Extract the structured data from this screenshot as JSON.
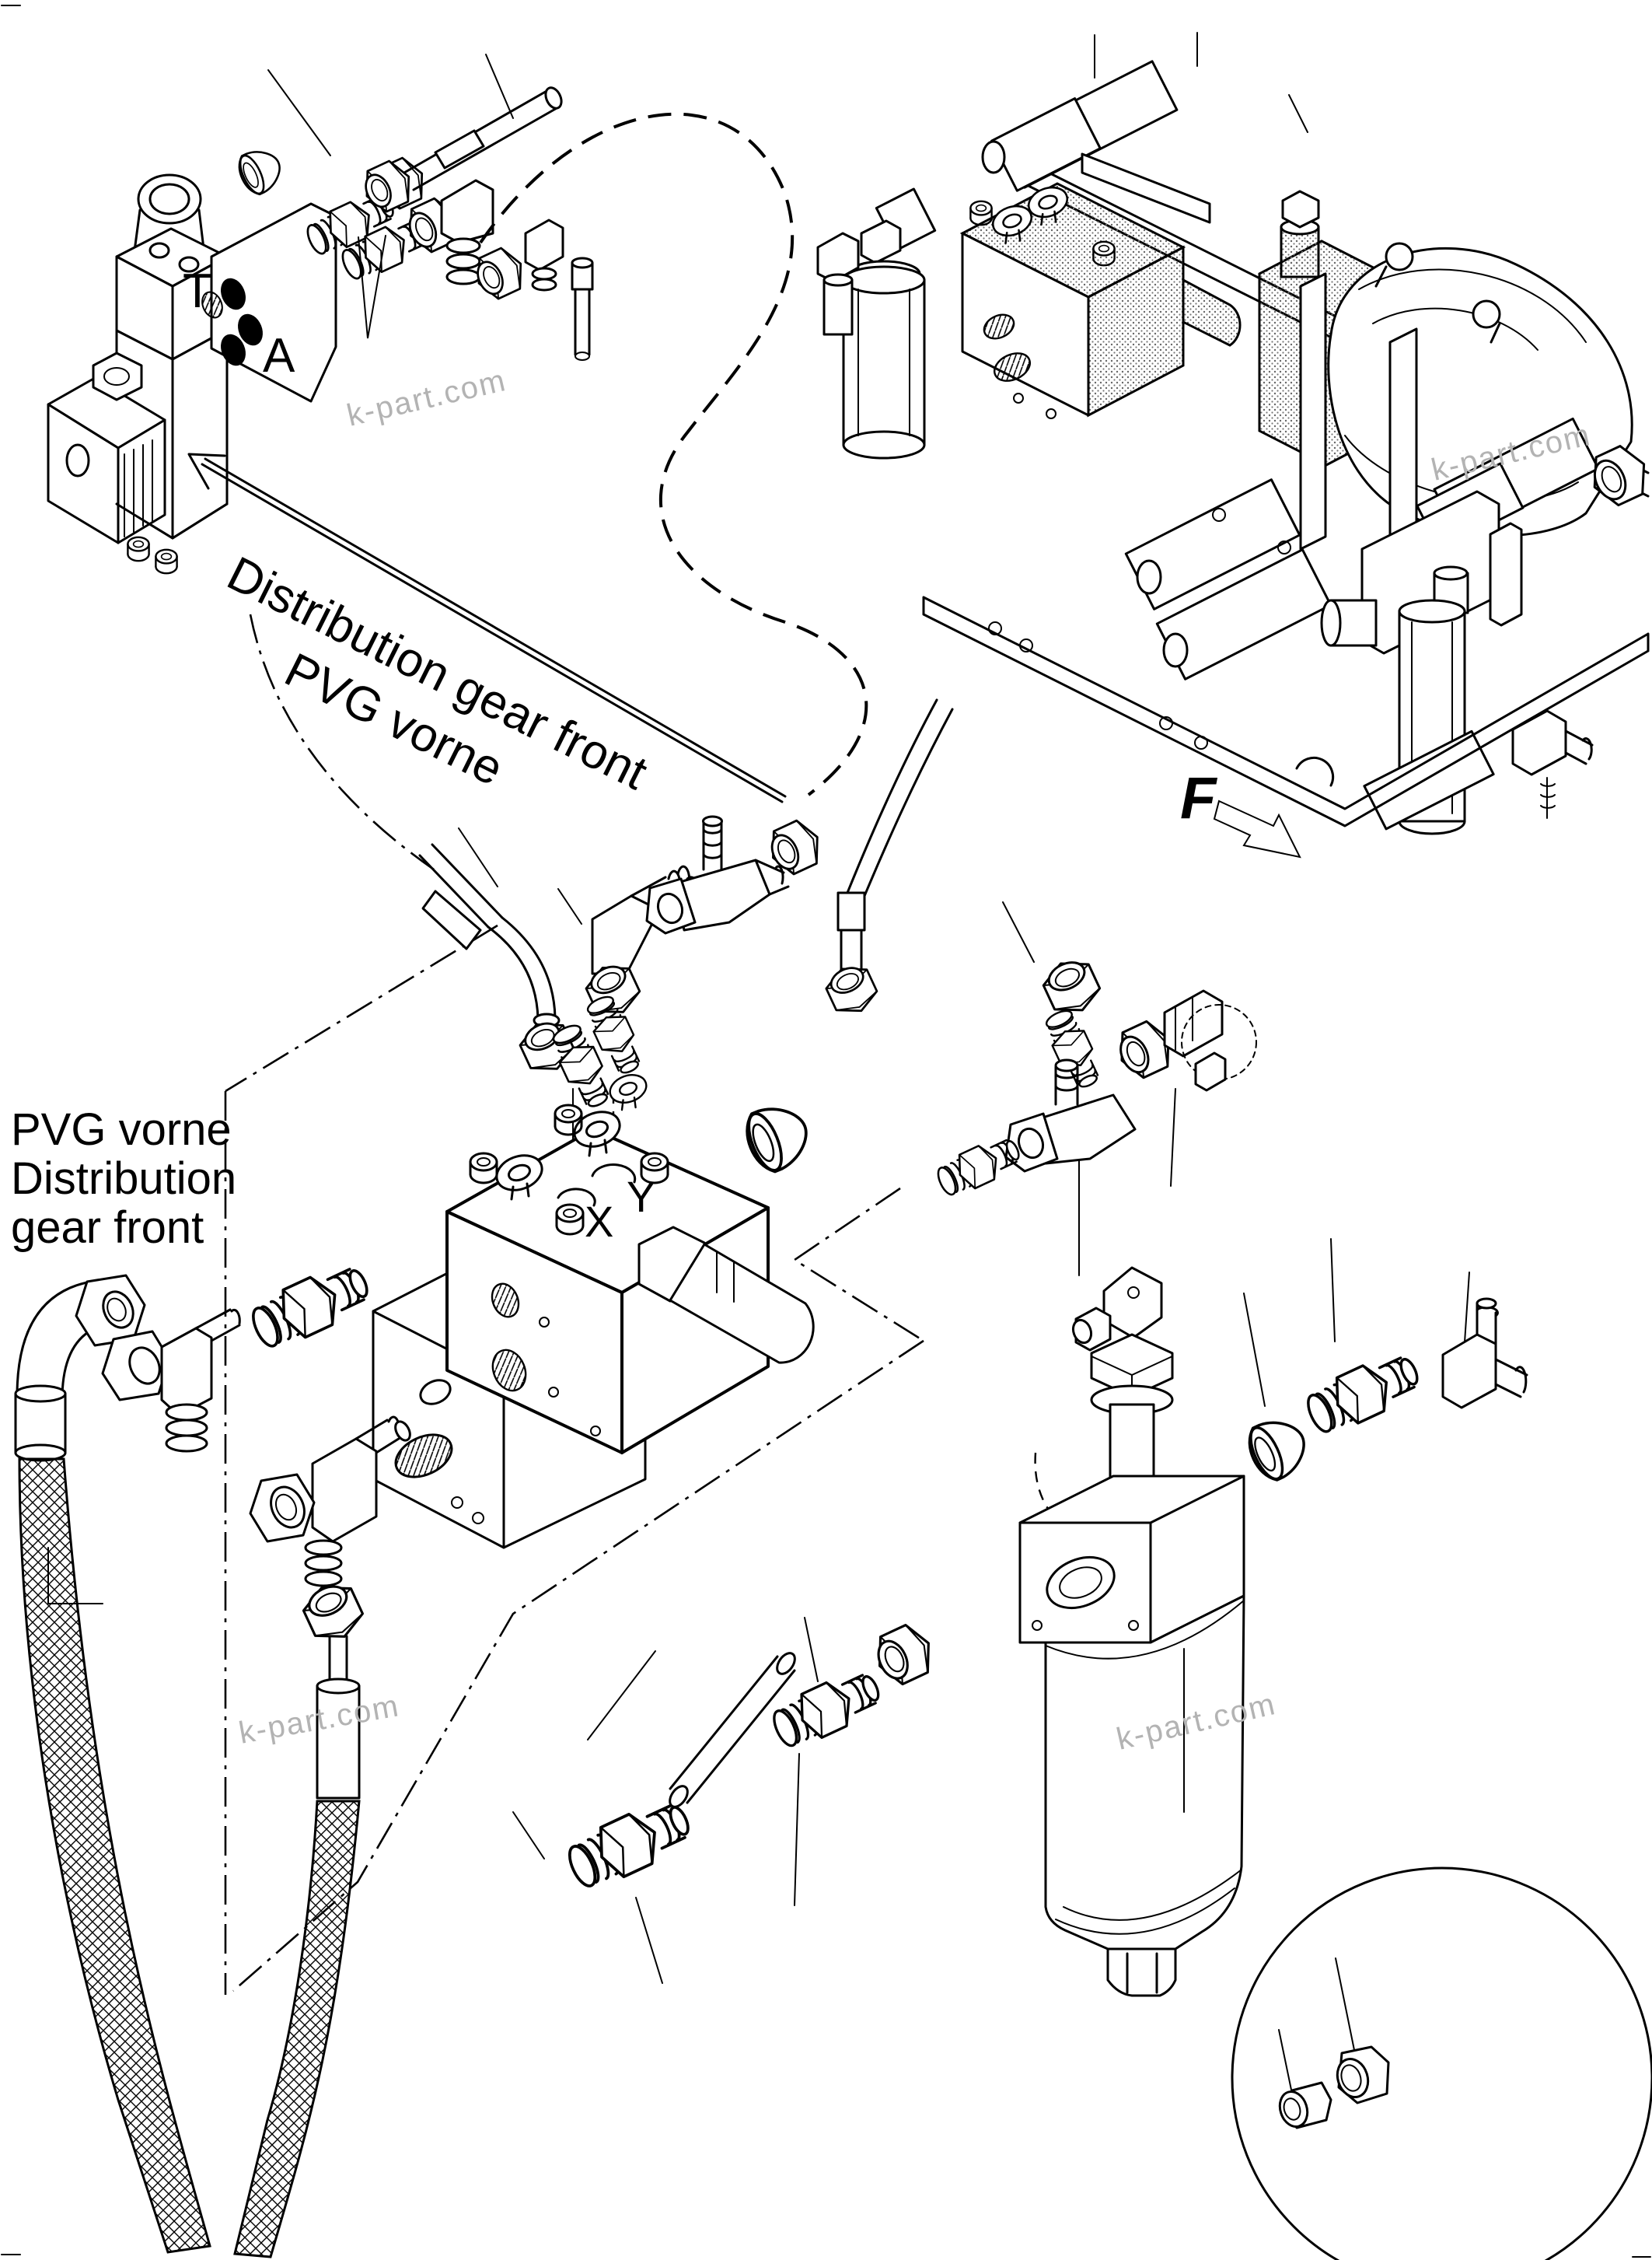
{
  "page": {
    "background": "#ffffff",
    "ink": "#000000",
    "watermark_color": "#b3b3b3"
  },
  "labels": {
    "port_t": "T",
    "port_a": "A",
    "port_x": "X",
    "port_y": "Y",
    "view_f": "F"
  },
  "notes": {
    "diagonal_line1": "Distribution gear front",
    "diagonal_line2": "PVG vorne",
    "left_line1": "PVG vorne",
    "left_line2": "Distribution",
    "left_line3": "gear front"
  },
  "watermark": {
    "text": "k-part.com"
  }
}
